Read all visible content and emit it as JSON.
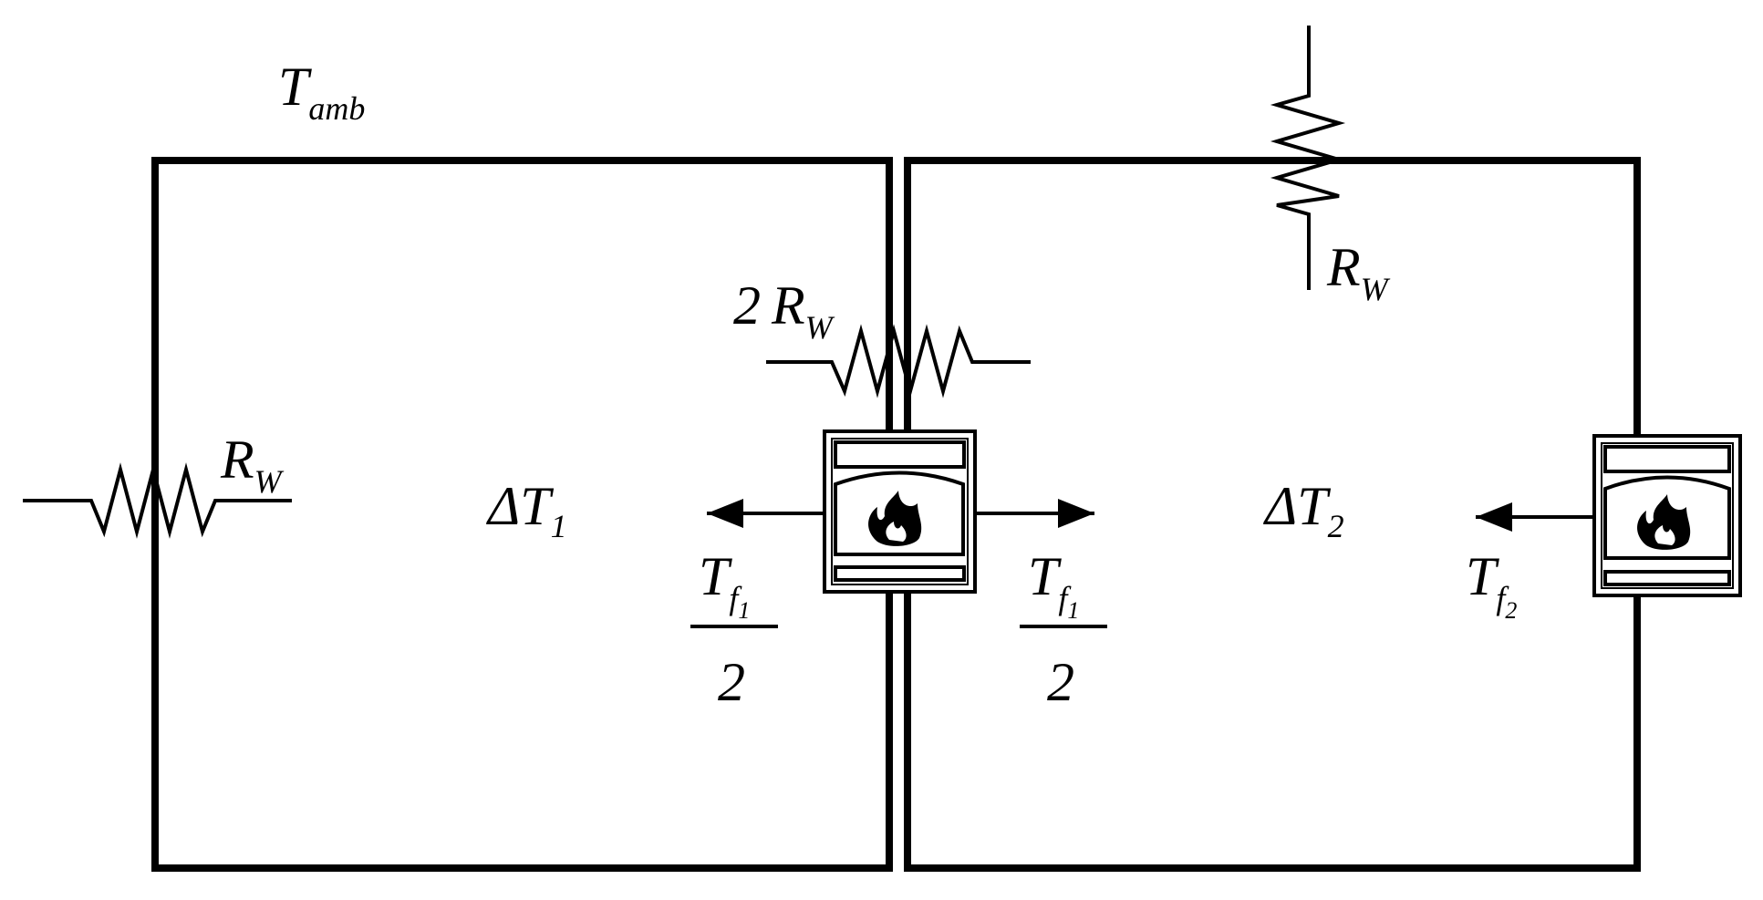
{
  "labels": {
    "ambient": {
      "main": "T",
      "sub": "amb"
    },
    "rw_left": {
      "main": "R",
      "sub": "W"
    },
    "rw_top": {
      "main": "R",
      "sub": "W"
    },
    "rw_shared": {
      "coef": "2",
      "main": "R",
      "sub": "W"
    },
    "delta_t1": {
      "delta": "Δ",
      "main": "T",
      "sub": "1"
    },
    "delta_t2": {
      "delta": "Δ",
      "main": "T",
      "sub": "2"
    },
    "tf1_left": {
      "main": "T",
      "sub": "f",
      "subsub": "1",
      "denominator": "2"
    },
    "tf1_right": {
      "main": "T",
      "sub": "f",
      "subsub": "1",
      "denominator": "2"
    },
    "tf2": {
      "main": "T",
      "sub": "f",
      "subsub": "2"
    }
  },
  "colors": {
    "line": "#000000",
    "background": "#ffffff"
  },
  "icons": {
    "heater": "fireplace-icon",
    "flame": "flame-icon"
  }
}
